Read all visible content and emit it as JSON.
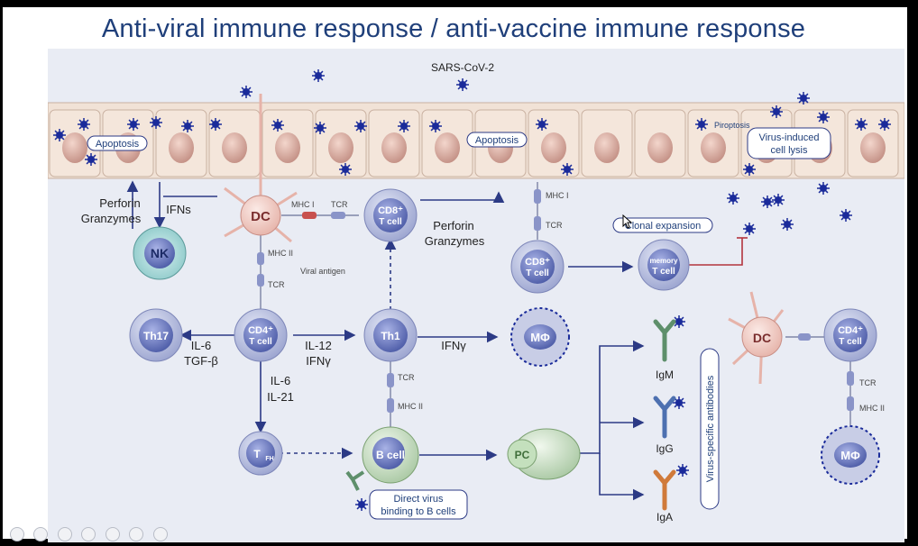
{
  "title": "Anti-viral immune response / anti-vaccine immune response",
  "labels": {
    "sars": "SARS-CoV-2",
    "apoptosis_left": "Apoptosis",
    "apoptosis_mid": "Apoptosis",
    "piroptosis": "Piroptosis",
    "lysis_line1": "Virus-induced",
    "lysis_line2": "cell  lysis",
    "perforin_left": "Perforin",
    "granzymes_left": "Granzymes",
    "ifns": "IFNs",
    "perforin_mid": "Perforin",
    "granzymes_mid": "Granzymes",
    "mhc1_dc": "MHC I",
    "tcr_dc": "TCR",
    "mhc2_dc": "MHC II",
    "viral_antigen": "Viral antigen",
    "tcr_cd4": "TCR",
    "mhc1_epi": "MHC I",
    "tcr_cd8b": "TCR",
    "clonal": "Clonal expansion",
    "il6_tgf_1": "IL-6",
    "il6_tgf_2": "TGF-β",
    "il12_1": "IL-12",
    "ifng_1": "IFNγ",
    "ifng_mf": "IFNγ",
    "il6_21_1": "IL-6",
    "il6_21_2": "IL-21",
    "tcr_th1": "TCR",
    "mhc2_b": "MHC II",
    "direct_1": "Direct virus",
    "direct_2": "binding to B cells",
    "igm": "IgM",
    "igg": "IgG",
    "iga": "IgA",
    "vsa": "Virus-specific antibodies",
    "tcr_right": "TCR",
    "mhc2_right": "MHC II"
  },
  "cells": {
    "dc": "DC",
    "nk": "NK",
    "cd8_top_1": "CD8⁺",
    "cd8_top_2": "T cell",
    "cd8_b_1": "CD8⁺",
    "cd8_b_2": "T cell",
    "memory_1": "memory",
    "memory_2": "T cell",
    "th17": "Th17",
    "cd4_1": "CD4⁺",
    "cd4_2": "T cell",
    "th1": "Th1",
    "mf": "MΦ",
    "tfh_main": "T",
    "tfh_sub": "FH",
    "bcell": "B cell",
    "pc": "PC",
    "dc_right": "DC",
    "cd4r_1": "CD4⁺",
    "cd4r_2": "T cell",
    "mf_right": "MΦ"
  },
  "colors": {
    "title": "#1f3f7a",
    "arrow": "#2c3a85",
    "cell_fill": "#b3bbdd",
    "cell_nucleus": "#7080c2",
    "epithelium": "#f1e2d6",
    "virus": "#1a2b9a",
    "antibody_igm": "#5e8f6b",
    "antibody_igg": "#4d70b0",
    "antibody_iga": "#d07a3a"
  }
}
